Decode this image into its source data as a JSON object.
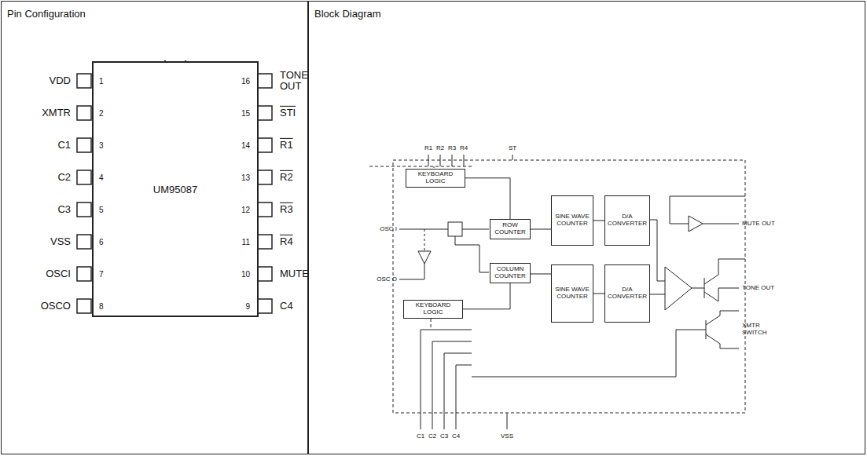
{
  "diagram": {
    "nodes": [
      {
        "text": [
          "Pin Configuration"
        ]
      },
      {
        "text": [
          "UM95087"
        ],
        "in": 0
      },
      {
        "text": [
          "Block Diagram"
        ]
      },
      {
        "text": [
          "KEYBOARD LOGIC"
        ],
        "in": 2
      },
      {
        "text": [
          "ROW COUNTER"
        ],
        "in": 2
      },
      {
        "text": [
          "COLUMN COUNTER"
        ],
        "in": 2
      },
      {
        "text": [
          "SINE WAVE COUNTER"
        ],
        "in": 2
      },
      {
        "text": [
          "D/A CONVERTER"
        ],
        "in": 2
      },
      {
        "text": [
          "SINE WAVE COUNTER"
        ],
        "in": 2
      },
      {
        "text": [
          "D/A CONVERTER"
        ],
        "in": 2
      },
      {
        "text": [
          "KEYBOARD LOGIC"
        ],
        "in": 2
      }
    ],
    "edges": [
      {
        "from": 3,
        "to": 4,
        "arrow": "none"
      },
      {
        "from": 4,
        "to": 6,
        "arrow": "none"
      },
      {
        "from": 6,
        "to": 7,
        "arrow": "none"
      },
      {
        "from": 10,
        "to": 5,
        "arrow": "none"
      },
      {
        "from": 5,
        "to": 8,
        "arrow": "none"
      },
      {
        "from": 8,
        "to": 9,
        "arrow": "none"
      }
    ],
    "labels": [
      "VDD",
      "XMTR",
      "C1",
      "C2",
      "C3",
      "VSS",
      "OSCI",
      "OSCO",
      "1",
      "2",
      "3",
      "4",
      "5",
      "6",
      "7",
      "8",
      "16",
      "15",
      "14",
      "13",
      "12",
      "11",
      "10",
      "9",
      "TONE OUT",
      "STI",
      "R1",
      "R2",
      "R3",
      "R4",
      "MUTE",
      "C4",
      "R1",
      "R2",
      "R3",
      "R4",
      "ST",
      "C1",
      "C2",
      "C3",
      "C4",
      "VSS",
      "OSC I",
      "OSC O",
      "MUTE OUT",
      "TONE OUT",
      "XMTR SWITCH"
    ]
  }
}
